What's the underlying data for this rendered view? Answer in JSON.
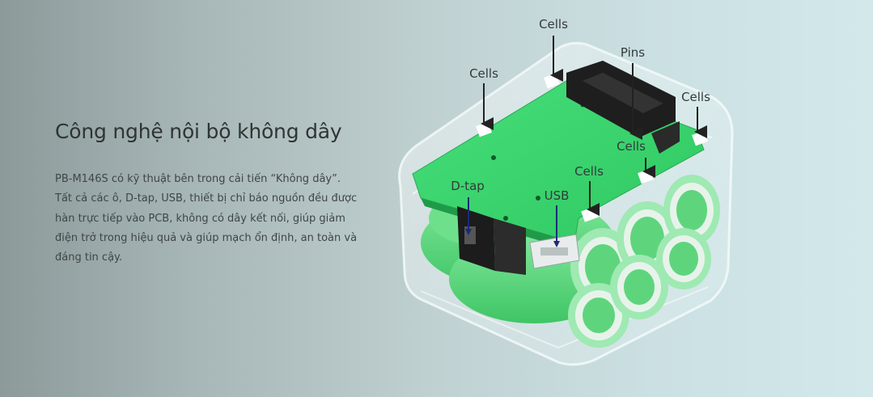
{
  "section": {
    "title": "Công nghệ nội bộ không dây",
    "description_lines": [
      "PB-M146S có kỹ thuật bên trong cải tiến “Không dây”.",
      "Tất cả các ô, D-tap, USB, thiết bị chỉ báo nguồn đều được",
      "hàn trực tiếp vào PCB, không có dây kết nối, giúp giảm",
      "điện trở trong hiệu quả và giúp mạch ổn định, an toàn và",
      "đáng tin cậy."
    ]
  },
  "illustration": {
    "alt": "Battery pack cutaway with green PCB and cells",
    "callouts": {
      "cells_top": "Cells",
      "cells_left": "Cells",
      "pins": "Pins",
      "cells_right": "Cells",
      "cells_mid": "Cells",
      "cells_front": "Cells",
      "dtap": "D-tap",
      "usb": "USB"
    }
  },
  "colors": {
    "pcb_green": "#35d36a",
    "cell_green": "#5fd97e",
    "arrow_dark": "#222222",
    "arrow_blue": "#1a2a7a"
  }
}
